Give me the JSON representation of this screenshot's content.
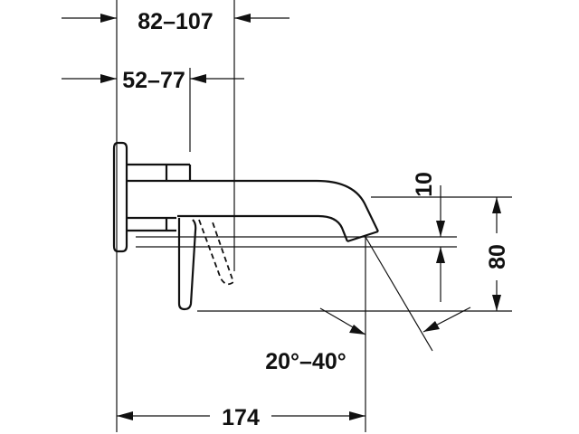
{
  "dimensions": {
    "overall_projection": "82–107",
    "body_projection": "52–77",
    "spout_reach": "174",
    "outlet_height": "10",
    "lever_drop": "80",
    "angle_range": "20°–40°"
  },
  "colors": {
    "line": "#111111",
    "background": "#ffffff"
  }
}
